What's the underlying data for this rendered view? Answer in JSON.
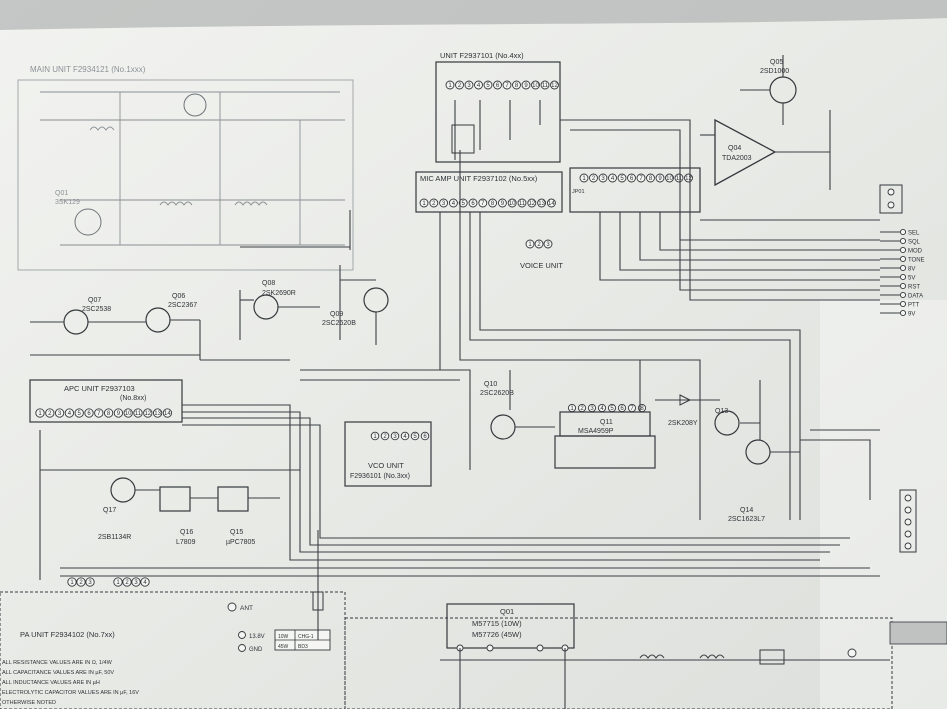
{
  "colors": {
    "paper": "#eceeea",
    "ink": "#33373b",
    "faded_ink": "#8c9196",
    "table_bg": "#bfc2c0"
  },
  "units": {
    "main": "MAIN UNIT F2934121 (No.1xxx)",
    "unit4": "UNIT F2937101 (No.4xx)",
    "mic_amp": "MIC AMP UNIT F2937102 (No.5xx)",
    "voice": "VOICE UNIT",
    "apc": {
      "title": "APC UNIT F2937103",
      "sub": "(No.8xx)"
    },
    "vco": {
      "title": "VCO UNIT",
      "sub": "F2936101 (No.3xx)"
    },
    "pa": "PA UNIT F2934102 (No.7xx)"
  },
  "ics": {
    "q04": {
      "ref": "Q04",
      "part": "TDA2003"
    },
    "q11": {
      "ref": "Q11",
      "part": "MSA4959P"
    },
    "q01": {
      "ref": "Q01",
      "line1": "M57715 (10W)",
      "line2": "M57726 (45W)"
    },
    "q16": {
      "ref": "Q16",
      "part": "L7809"
    },
    "q15": {
      "ref": "Q15",
      "part": "µPC7805"
    }
  },
  "transistors": {
    "q05": {
      "ref": "Q05",
      "part": "2SD1000"
    },
    "q07": {
      "ref": "Q07",
      "part": "2SC2538"
    },
    "q06": {
      "ref": "Q06",
      "part": "2SC2367"
    },
    "q08": {
      "ref": "Q08",
      "part": "2SK2690R"
    },
    "q09": {
      "ref": "Q09",
      "part": "2SC2620B"
    },
    "q10": {
      "ref": "Q10",
      "part": "2SC2620B"
    },
    "q13": {
      "ref": "Q13",
      "part": "2SK208Y"
    },
    "q14": {
      "ref": "Q14",
      "part": "2SC1623L7"
    },
    "q17": {
      "ref": "Q17",
      "part": "2SB1134R"
    },
    "q01_main": {
      "ref": "Q01",
      "part": "3SK129"
    }
  },
  "pin_labels": {
    "p2": [
      "1",
      "2",
      "3",
      "4",
      "5",
      "6",
      "7",
      "8",
      "9",
      "10",
      "11",
      "12"
    ],
    "p5": [
      "1",
      "2",
      "3",
      "4",
      "5",
      "6",
      "7",
      "8",
      "9",
      "10",
      "11",
      "12",
      "13",
      "14"
    ],
    "jp": [
      "1",
      "2",
      "3",
      "4",
      "5",
      "6",
      "7",
      "8",
      "9",
      "10",
      "11",
      "12"
    ],
    "apc": [
      "1",
      "2",
      "3",
      "4",
      "5",
      "6",
      "7",
      "8",
      "9",
      "10",
      "11",
      "12",
      "13",
      "14"
    ],
    "vco": [
      "1",
      "2",
      "3",
      "4",
      "5",
      "6"
    ],
    "ic11": [
      "1",
      "2",
      "3",
      "4",
      "5",
      "6",
      "7",
      "8"
    ],
    "voice": [
      "1",
      "2",
      "3"
    ],
    "pa_a": [
      "1",
      "2",
      "3"
    ],
    "pa_b": [
      "1",
      "2",
      "3",
      "4"
    ]
  },
  "right_signals": [
    "SEL",
    "SQL",
    "MOD",
    "TONE",
    "8V",
    "5V",
    "RST",
    "DATA",
    "PTT",
    "9V"
  ],
  "misc": {
    "ant": "ANT",
    "p13v": "13.8V",
    "gnd": "GND",
    "jp1": "JP01",
    "table": [
      "10W",
      "45W",
      "CHG-1",
      "BD3"
    ]
  },
  "notes": [
    "ALL RESISTANCE VALUES ARE IN Ω, 1/4W",
    "ALL CAPACITANCE VALUES ARE IN µF, 50V",
    "ALL INDUCTANCE VALUES ARE IN µH",
    "ELECTROLYTIC CAPACITOR VALUES ARE IN µF, 16V",
    "OTHERWISE NOTED"
  ]
}
